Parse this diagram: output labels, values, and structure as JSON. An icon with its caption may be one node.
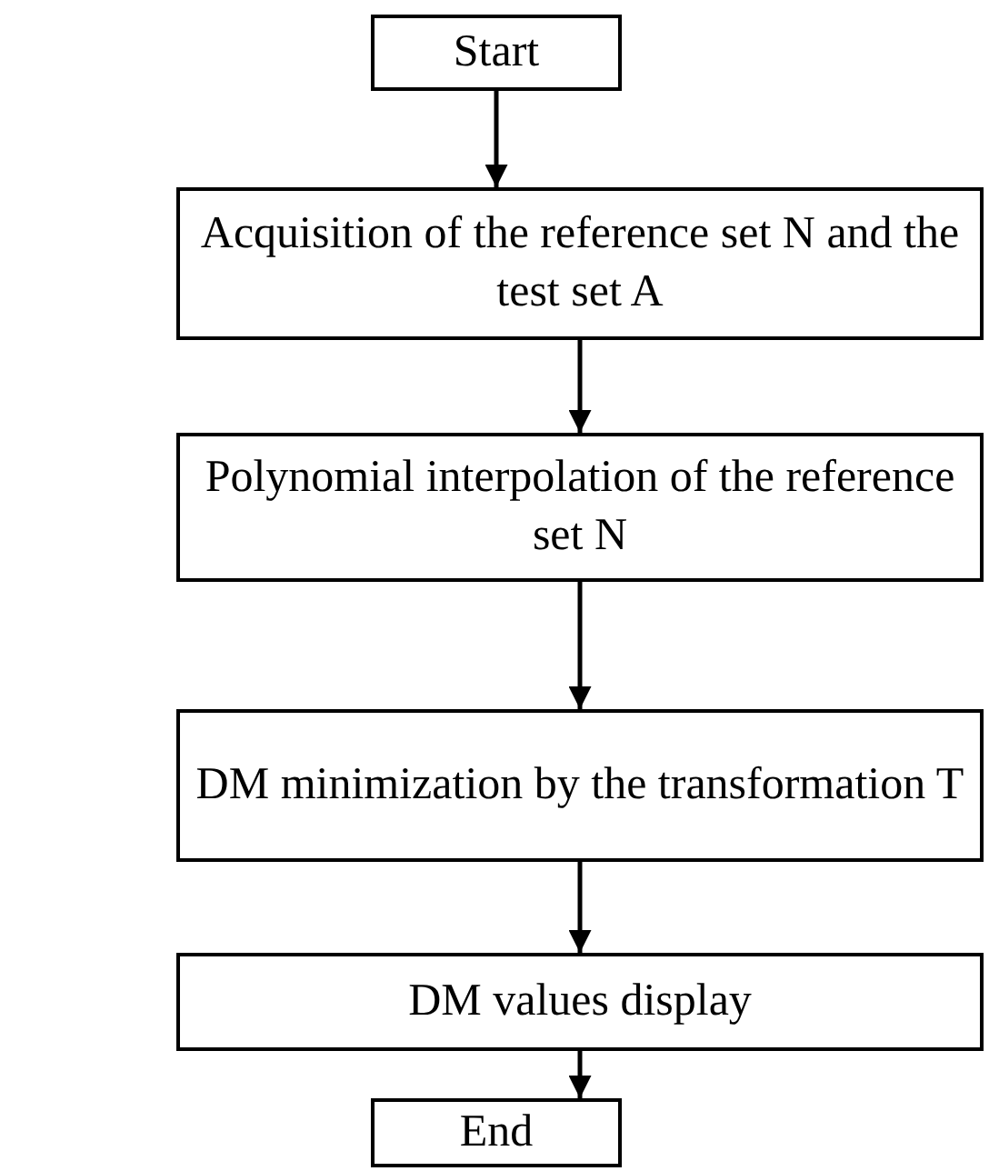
{
  "diagram": {
    "nodes": [
      {
        "text": [
          "Start"
        ]
      },
      {
        "text": [
          "Acquisition of the reference set N and the test set A"
        ]
      },
      {
        "text": [
          "Polynomial interpolation of the reference set N"
        ]
      },
      {
        "text": [
          "DM minimization by the transformation T"
        ]
      },
      {
        "text": [
          "DM values display"
        ]
      },
      {
        "text": [
          "End"
        ]
      }
    ],
    "edges": [
      {
        "from": 0,
        "to": 1,
        "arrow": "to"
      },
      {
        "from": 1,
        "to": 2,
        "arrow": "to"
      },
      {
        "from": 2,
        "to": 3,
        "arrow": "to"
      },
      {
        "from": 3,
        "to": 4,
        "arrow": "to"
      },
      {
        "from": 4,
        "to": 5,
        "arrow": "to"
      }
    ]
  }
}
